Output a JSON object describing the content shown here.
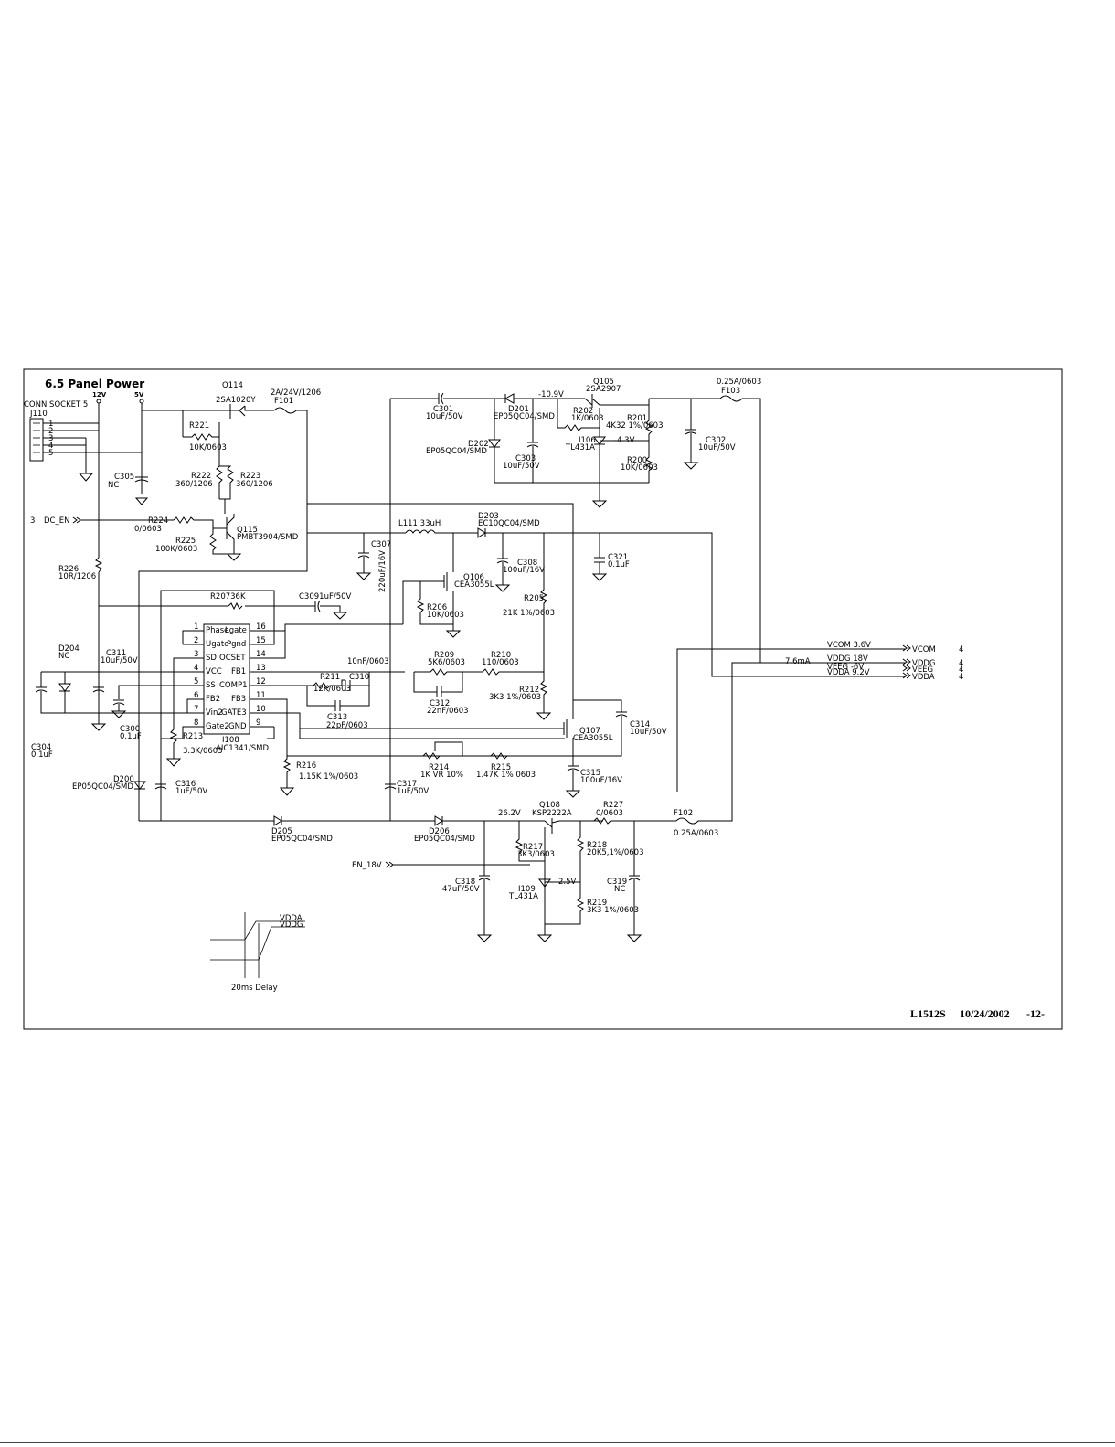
{
  "section_title": "6.5 Panel Power",
  "footer": {
    "model": "L1512S",
    "date": "10/24/2002",
    "page": "-12-"
  },
  "rails": {
    "v12": "12V",
    "v5": "5V"
  },
  "connector": {
    "ref": "J110",
    "name": "CONN SOCKET 5",
    "pins": [
      "1",
      "2",
      "3",
      "4",
      "5"
    ]
  },
  "dc_en": {
    "pin": "3",
    "label": "DC_EN"
  },
  "en18": {
    "label": "EN_18V"
  },
  "ic": {
    "ref": "I108",
    "part": "AIC1341/SMD",
    "left": [
      {
        "num": "1",
        "name": "Phase"
      },
      {
        "num": "2",
        "name": "Ugate"
      },
      {
        "num": "3",
        "name": "SD"
      },
      {
        "num": "4",
        "name": "VCC"
      },
      {
        "num": "5",
        "name": "SS"
      },
      {
        "num": "6",
        "name": "FB2"
      },
      {
        "num": "7",
        "name": "Vin2"
      },
      {
        "num": "8",
        "name": "Gate2"
      }
    ],
    "right": [
      {
        "num": "16",
        "name": "Lgate"
      },
      {
        "num": "15",
        "name": "Pgnd"
      },
      {
        "num": "14",
        "name": "OCSET"
      },
      {
        "num": "13",
        "name": "FB1"
      },
      {
        "num": "12",
        "name": "COMP1"
      },
      {
        "num": "11",
        "name": "FB3"
      },
      {
        "num": "10",
        "name": "GATE3"
      },
      {
        "num": "9",
        "name": "GND"
      }
    ]
  },
  "labels": {
    "Q114": "Q114",
    "Q114v": "2SA1020Y",
    "F101": "F101",
    "F101v": "2A/24V/1206",
    "R221": "R221",
    "R221v": "10K/0603",
    "R222": "R222",
    "R222v": "360/1206",
    "R223": "R223",
    "R223v": "360/1206",
    "C305": "C305",
    "C305v": "NC",
    "R224": "R224",
    "R224v": "0/0603",
    "R225": "R225",
    "R225v": "100K/0603",
    "Q115": "Q115",
    "Q115v": "PMBT3904/SMD",
    "R226": "R226",
    "R226v": "10R/1206",
    "R207": "R20736K",
    "C309": "C3091uF/50V",
    "D204": "D204",
    "D204v": "NC",
    "C311": "C311",
    "C311v": "10uF/50V",
    "C304": "C304",
    "C304v": "0.1uF",
    "C300": "C300",
    "C300v": "0.1uF",
    "R213": "R213",
    "R213v": "3.3K/0603",
    "D200": "D200",
    "D200v": "EP05QC04/SMD",
    "C316": "C316",
    "C316v": "1uF/50V",
    "R216": "R216",
    "R216v": "1.15K 1%/0603",
    "D205": "D205",
    "D205v": "EP05QC04/SMD",
    "R211": "R211",
    "R211v": "12K/0603",
    "C310": "C310",
    "C310v": "10nF/0603",
    "C313": "C313",
    "C313v": "22pF/0603",
    "C301": "C301",
    "C301v": "10uF/50V",
    "D201": "D201",
    "D201v": "EP05QC04/SMD",
    "n109": "-10.9V",
    "D202": "D202",
    "D202v": "EP05QC04/SMD",
    "C303": "C303",
    "C303v": "10uF/50V",
    "Q105": "Q105",
    "Q105v": "2SA2907",
    "R202": "R202",
    "R202v": "1K/0603",
    "R201": "R201",
    "R201v": "4K32  1%/0603",
    "I106": "I106",
    "I106v": "TL431A",
    "n43": "-4.3V",
    "R200": "R200",
    "R200v": "10K/0603",
    "F103": "F103",
    "F103v": "0.25A/0603",
    "C302": "C302",
    "C302v": "10uF/50V",
    "L111": "L111 33uH",
    "C307": "C307",
    "C307v": "220uF/16V",
    "D203": "D203",
    "D203v": "EC10QC04/SMD",
    "Q106": "Q106",
    "Q106v": "CEA3055L",
    "C308": "C308",
    "C308v": "100uF/16V",
    "C321": "C321",
    "C321v": "0.1uF",
    "R206": "R206",
    "R206v": "10K/0603",
    "R205": "R205",
    "R205v": "21K  1%/0603",
    "R209": "R209",
    "R209v": "5K6/0603",
    "R210": "R210",
    "R210v": "110/0603",
    "C312": "C312",
    "C312v": "22nF/0603",
    "R212": "R212",
    "R212v": "3K3 1%/0603",
    "Q107": "Q107",
    "Q107v": "CEA3055L",
    "C314": "C314",
    "C314v": "10uF/50V",
    "R214": "R214",
    "R214v": "1K VR 10%",
    "R215": "R215",
    "R215v": "1.47K 1%  0603",
    "C315": "C315",
    "C315v": "100uF/16V",
    "C317": "C317",
    "C317v": "1uF/50V",
    "D206": "D206",
    "D206v": "EP05QC04/SMD",
    "n262": "26.2V",
    "Q108": "Q108",
    "Q108v": "KSP2222A",
    "R227": "R227",
    "R227v": "0/0603",
    "F102": "F102",
    "F102v": "0.25A/0603",
    "R217": "R217",
    "R217v": "3K3/0603",
    "R218": "R218",
    "R218v": "20K5,1%/0603",
    "C318": "C318",
    "C318v": "47uF/50V",
    "I109": "I109",
    "I109v": "TL431A",
    "n25": "2.5V",
    "C319": "C319",
    "C319v": "NC",
    "R219": "R219",
    "R219v": "3K3 1%/0603",
    "i76": "7.6mA"
  },
  "outputs": [
    {
      "net": "VCOM  3.6V",
      "port": "VCOM",
      "sheet": "4"
    },
    {
      "net": "VDDG  18V",
      "port": "VDDG",
      "sheet": "4"
    },
    {
      "net": "VEEG  -6V",
      "port": "VEEG",
      "sheet": "4"
    },
    {
      "net": "VDDA  9.2V",
      "port": "VDDA",
      "sheet": "4"
    }
  ],
  "timing": {
    "vdda": "VDDA",
    "vddg": "VDDG",
    "caption": "20ms Delay"
  }
}
